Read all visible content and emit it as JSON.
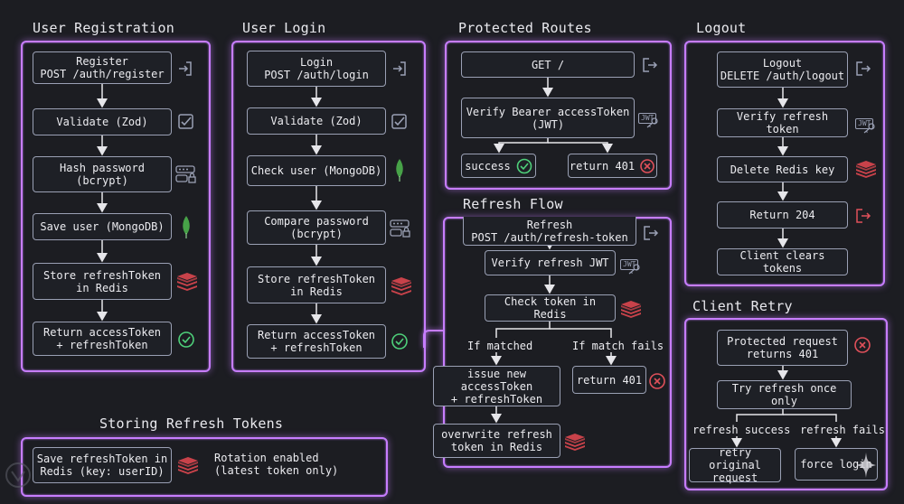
{
  "colors": {
    "panel": "#c77dff",
    "box": "#9aa0b4",
    "bg": "#1c1d22",
    "ok": "#4ed07a",
    "err": "#e0505a",
    "redis": "#c8424a"
  },
  "titles": {
    "registration": "User Registration",
    "login": "User Login",
    "protected": "Protected Routes",
    "logout": "Logout",
    "refresh": "Refresh Flow",
    "retry": "Client Retry",
    "storing": "Storing Refresh Tokens"
  },
  "registration": {
    "s1": "Register\nPOST /auth/register",
    "s2": "Validate (Zod)",
    "s3": "Hash password\n(bcrypt)",
    "s4": "Save user (MongoDB)",
    "s5": "Store refreshToken\nin Redis",
    "s6": "Return accessToken\n+ refreshToken"
  },
  "login": {
    "s1": "Login\nPOST /auth/login",
    "s2": "Validate (Zod)",
    "s3": "Check user (MongoDB)",
    "s4": "Compare password\n(bcrypt)",
    "s5": "Store refreshToken\nin Redis",
    "s6": "Return accessToken\n+ refreshToken"
  },
  "protected": {
    "s1": "GET /",
    "s2": "Verify Bearer accessToken\n(JWT)",
    "success": "success",
    "fail": "return 401"
  },
  "logout": {
    "s1": "Logout\nDELETE /auth/logout",
    "s2": "Verify refresh token",
    "s3": "Delete Redis key",
    "s4": "Return 204",
    "s5": "Client clears tokens"
  },
  "refresh": {
    "s1": "Refresh\nPOST /auth/refresh-token",
    "s2": "Verify refresh JWT",
    "s3": "Check token in Redis",
    "matched": "If matched",
    "fails": "If match fails",
    "issue": "issue new accessToken\n+ refreshToken",
    "r401": "return 401",
    "overwrite": "overwrite refresh\ntoken in Redis"
  },
  "retry": {
    "s1": "Protected request\nreturns 401",
    "s2": "Try refresh once only",
    "success": "refresh success",
    "fails": "refresh fails",
    "retry": "retry original\nrequest",
    "force": "force login"
  },
  "storing": {
    "save": "Save refreshToken in\nRedis (key: userID)",
    "rotation": "Rotation enabled\n(latest token only)"
  },
  "icons": {
    "jwt": "JWT"
  }
}
